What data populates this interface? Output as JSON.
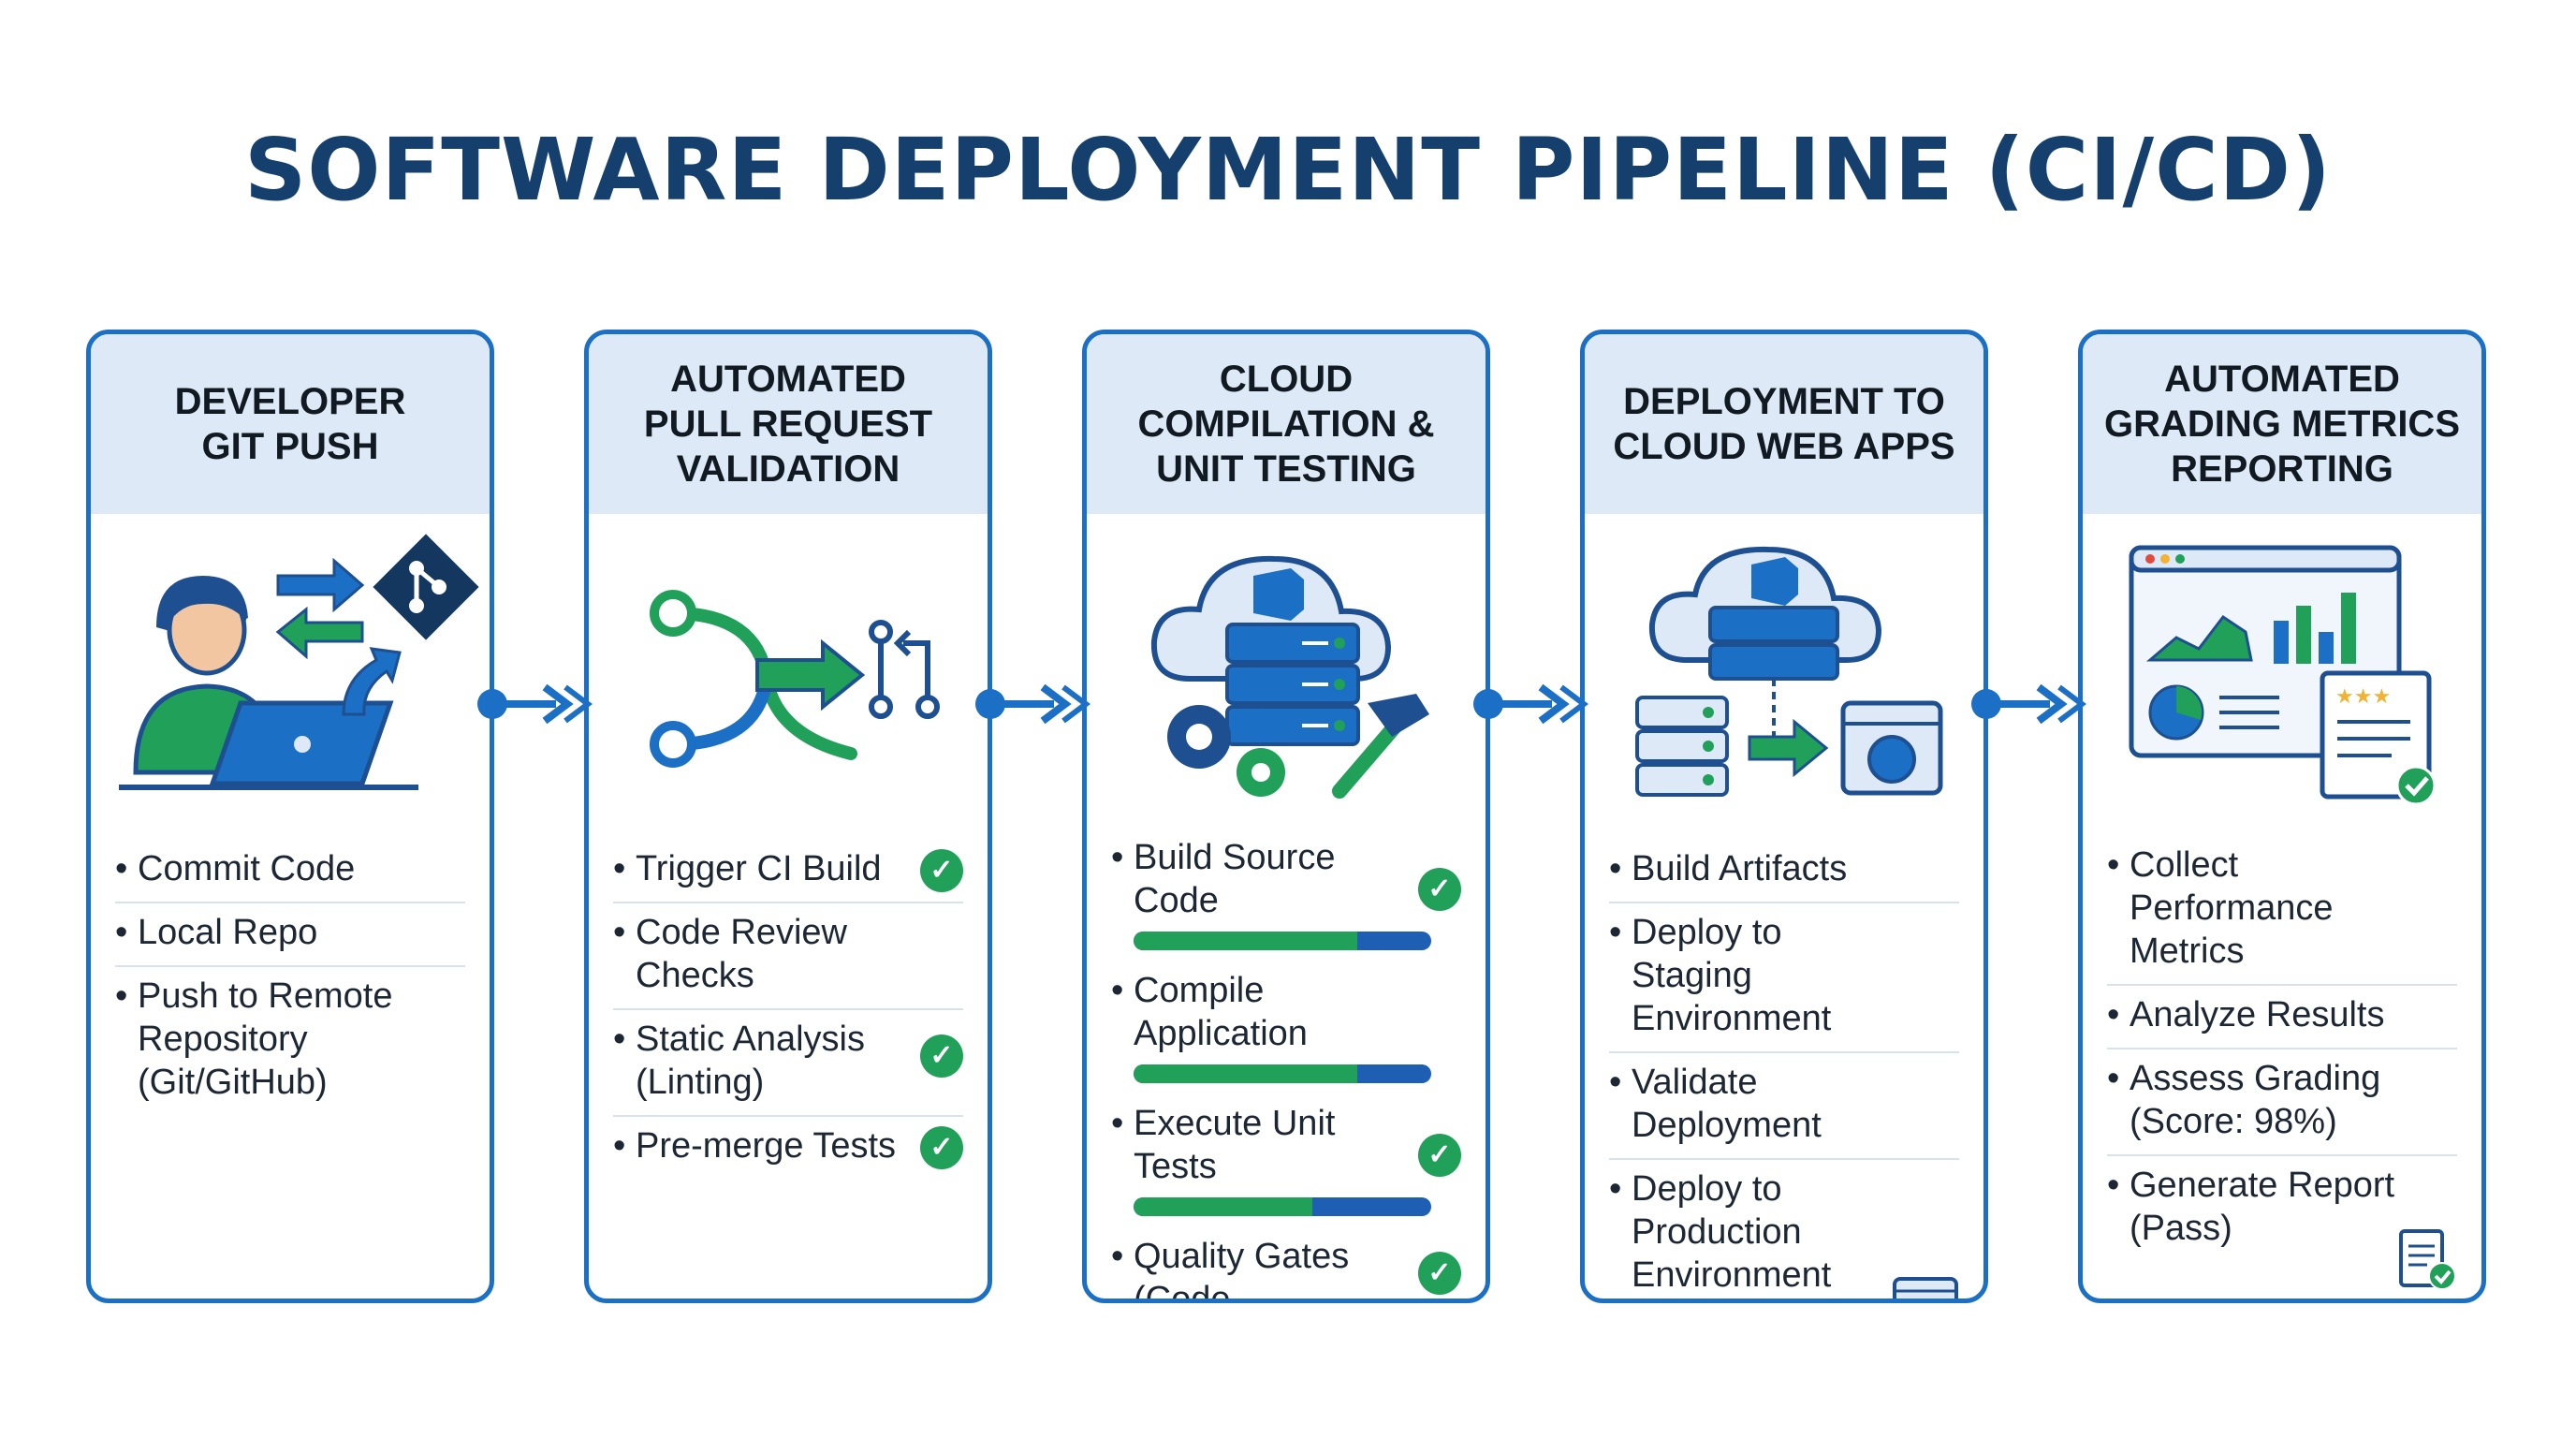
{
  "title": "SOFTWARE DEPLOYMENT PIPELINE (CI/CD)",
  "colors": {
    "blue": "#1b6fc4",
    "navy": "#15406e",
    "green": "#21a05a",
    "header_bg": "#dde9f7"
  },
  "stages": [
    {
      "title": "DEVELOPER\nGIT PUSH",
      "icon": "developer-laptop-git-icon",
      "items": [
        {
          "text": "Commit Code"
        },
        {
          "text": "Local Repo"
        },
        {
          "text": "Push to Remote\nRepository\n(Git/GitHub)"
        }
      ]
    },
    {
      "title": "AUTOMATED\nPULL REQUEST\nVALIDATION",
      "icon": "merge-pull-request-icon",
      "items": [
        {
          "text": "Trigger CI Build",
          "check": true
        },
        {
          "text": "Code Review Checks"
        },
        {
          "text": "Static Analysis\n(Linting)",
          "check": true
        },
        {
          "text": "Pre-merge Tests",
          "check": true
        }
      ]
    },
    {
      "title": "CLOUD\nCOMPILATION &\nUNIT TESTING",
      "icon": "cloud-build-server-icon",
      "items": [
        {
          "text": "Build Source Code",
          "check": true,
          "progress": 0.75
        },
        {
          "text": "Compile Application",
          "progress": 0.75
        },
        {
          "text": "Execute Unit Tests",
          "check": true,
          "progress": 0.6
        },
        {
          "text": "Quality Gates\n(Code Coverage)",
          "check": true
        }
      ]
    },
    {
      "title": "DEPLOYMENT TO\nCLOUD WEB APPS",
      "icon": "cloud-deploy-icon",
      "items": [
        {
          "text": "Build Artifacts"
        },
        {
          "text": "Deploy to Staging\nEnvironment"
        },
        {
          "text": "Validate Deployment"
        },
        {
          "text": "Deploy to Production\nEnvironment",
          "mini_icon": "web-app-icon"
        }
      ]
    },
    {
      "title": "AUTOMATED\nGRADING METRICS\nREPORTING",
      "icon": "metrics-dashboard-icon",
      "items": [
        {
          "text": "Collect Performance\nMetrics"
        },
        {
          "text": "Analyze Results"
        },
        {
          "text": "Assess Grading\n(Score: 98%)"
        },
        {
          "text": "Generate Report\n(Pass)",
          "mini_icon": "report-document-icon"
        }
      ]
    }
  ]
}
